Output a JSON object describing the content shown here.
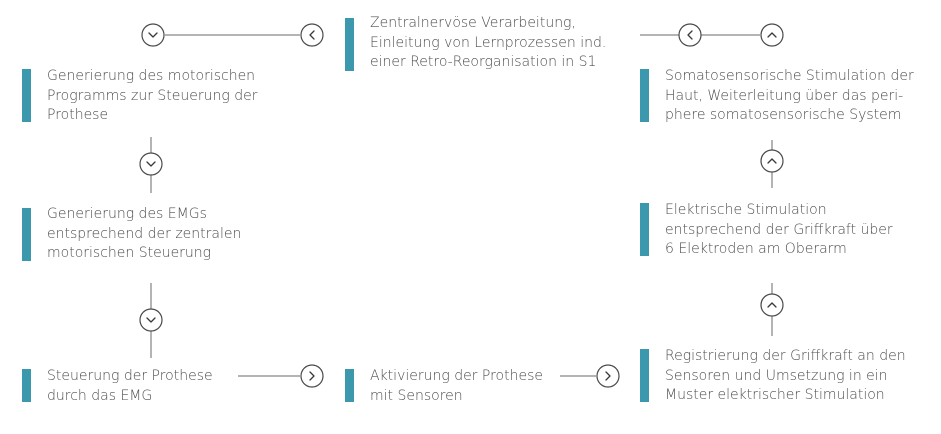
{
  "boxes": {
    "b1": "Zentralnervöse Verarbeitung,\nEinleitung von Lernprozessen ind.\neiner Retro-Reorganisation in S1",
    "b2": "Generierung des motorischen\nProgramms zur Steuerung der\nProthese",
    "b3": "Generierung des EMGs\nentsprechend der zentralen\nmotorischen Steuerung",
    "b4": "Steuerung der Prothese\ndurch das EMG",
    "b5": "Aktivierung der Prothese\nmit Sensoren",
    "b6": "Registrierung der Griffkraft an den\nSensoren und Umsetzung in ein\nMuster elektrischer Stimulation",
    "b7": "Elektrische Stimulation\nentsprechend der Griffkraft über\n6 Elektroden am Oberarm",
    "b8": "Somatosensorische Stimulation der\nHaut, Weiterleitung über das peri-\nphere somatosensorische System"
  },
  "colors": {
    "accent": "#3b98ad",
    "line": "#6a6a6a"
  },
  "icons": [
    "chevron-down-icon",
    "chevron-left-icon",
    "chevron-right-icon",
    "chevron-up-icon"
  ]
}
